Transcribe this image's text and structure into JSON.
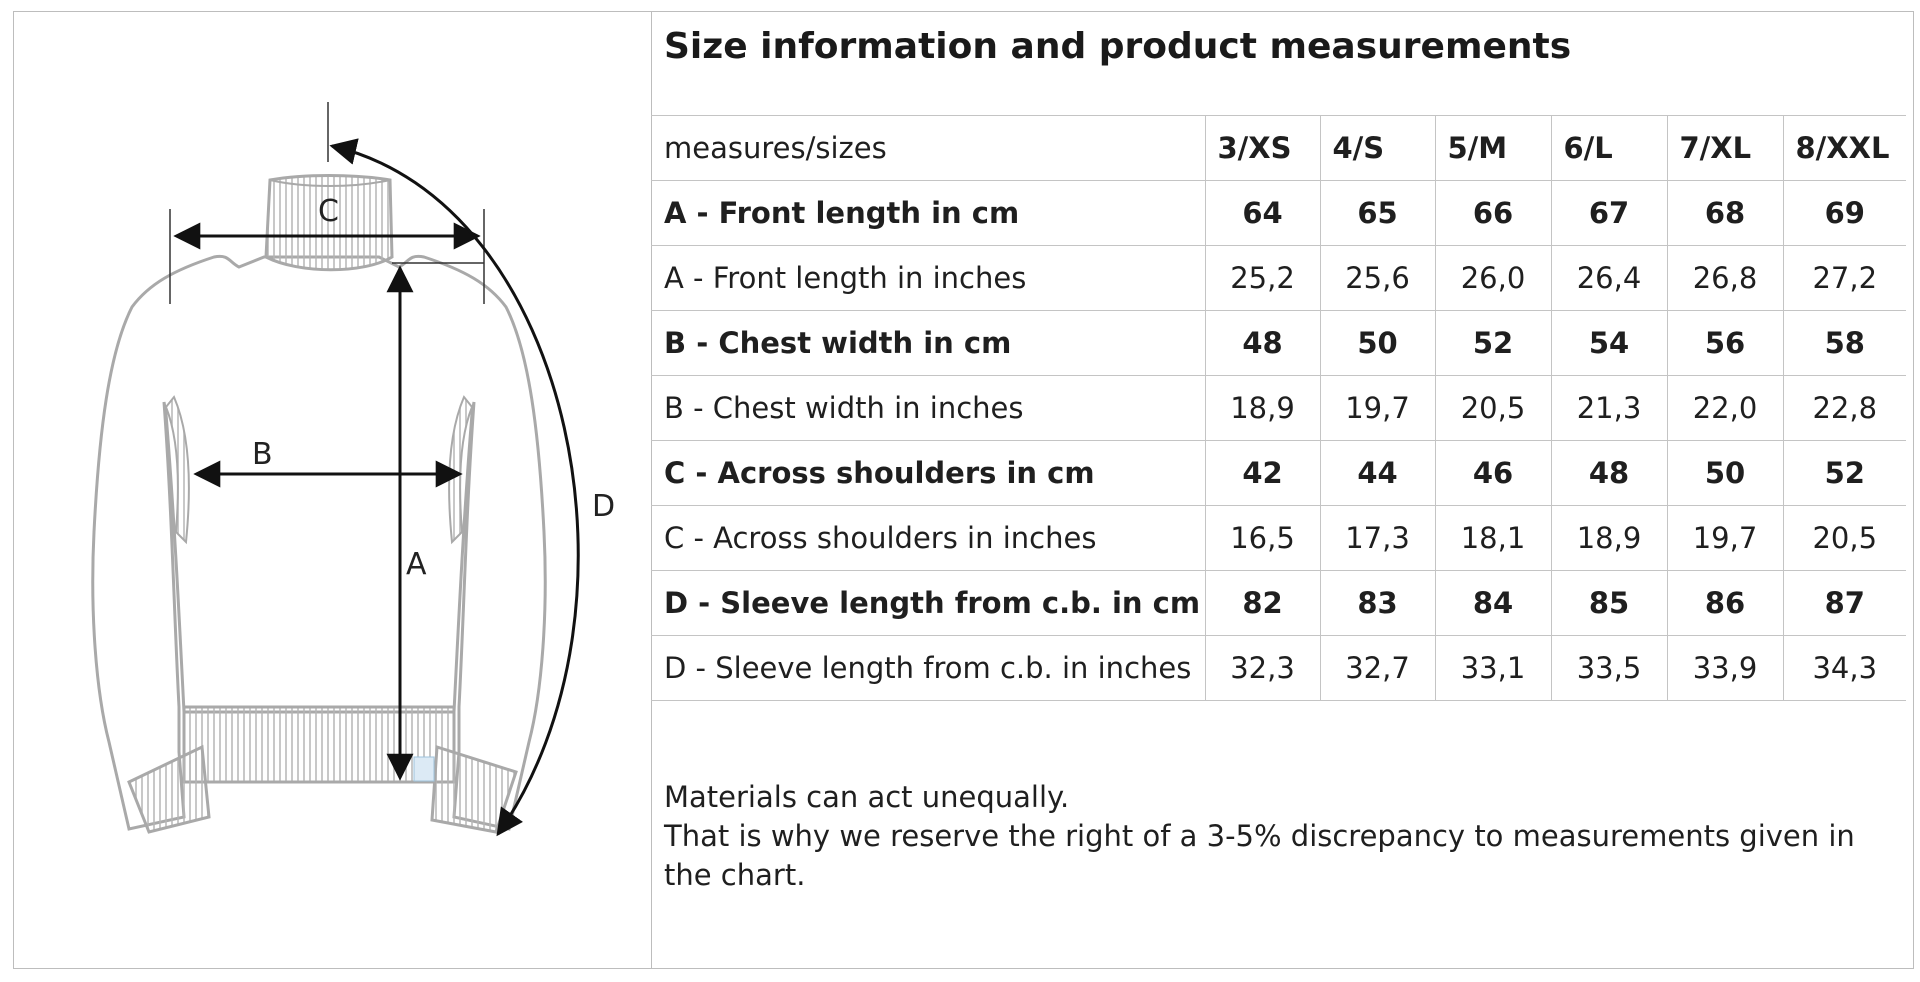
{
  "title": "Size information and product measurements",
  "diagram_labels": {
    "a": "A",
    "b": "B",
    "c": "C",
    "d": "D"
  },
  "table": {
    "header_label": "measures/sizes",
    "sizes": [
      "3/XS",
      "4/S",
      "5/M",
      "6/L",
      "7/XL",
      "8/XXL"
    ],
    "rows": [
      {
        "label": "A - Front length in cm",
        "bold": true,
        "values": [
          "64",
          "65",
          "66",
          "67",
          "68",
          "69"
        ]
      },
      {
        "label": "A - Front length in inches",
        "bold": false,
        "values": [
          "25,2",
          "25,6",
          "26,0",
          "26,4",
          "26,8",
          "27,2"
        ]
      },
      {
        "label": "B - Chest width in cm",
        "bold": true,
        "values": [
          "48",
          "50",
          "52",
          "54",
          "56",
          "58"
        ]
      },
      {
        "label": "B - Chest width in inches",
        "bold": false,
        "values": [
          "18,9",
          "19,7",
          "20,5",
          "21,3",
          "22,0",
          "22,8"
        ]
      },
      {
        "label": "C - Across shoulders in cm",
        "bold": true,
        "values": [
          "42",
          "44",
          "46",
          "48",
          "50",
          "52"
        ]
      },
      {
        "label": "C - Across shoulders in inches",
        "bold": false,
        "values": [
          "16,5",
          "17,3",
          "18,1",
          "18,9",
          "19,7",
          "20,5"
        ]
      },
      {
        "label": "D - Sleeve length from c.b. in cm",
        "bold": true,
        "values": [
          "82",
          "83",
          "84",
          "85",
          "86",
          "87"
        ]
      },
      {
        "label": "D - Sleeve length from c.b. in inches",
        "bold": false,
        "values": [
          "32,3",
          "32,7",
          "33,1",
          "33,5",
          "33,9",
          "34,3"
        ]
      }
    ]
  },
  "note": {
    "line1": "Materials can act unequally.",
    "line2": "That is why we reserve the right of a 3-5% discrepancy to measurements given in the chart."
  },
  "colors": {
    "sweater_outline": "#a9a9a9",
    "arrow": "#111111",
    "border": "#c4c4c4"
  }
}
